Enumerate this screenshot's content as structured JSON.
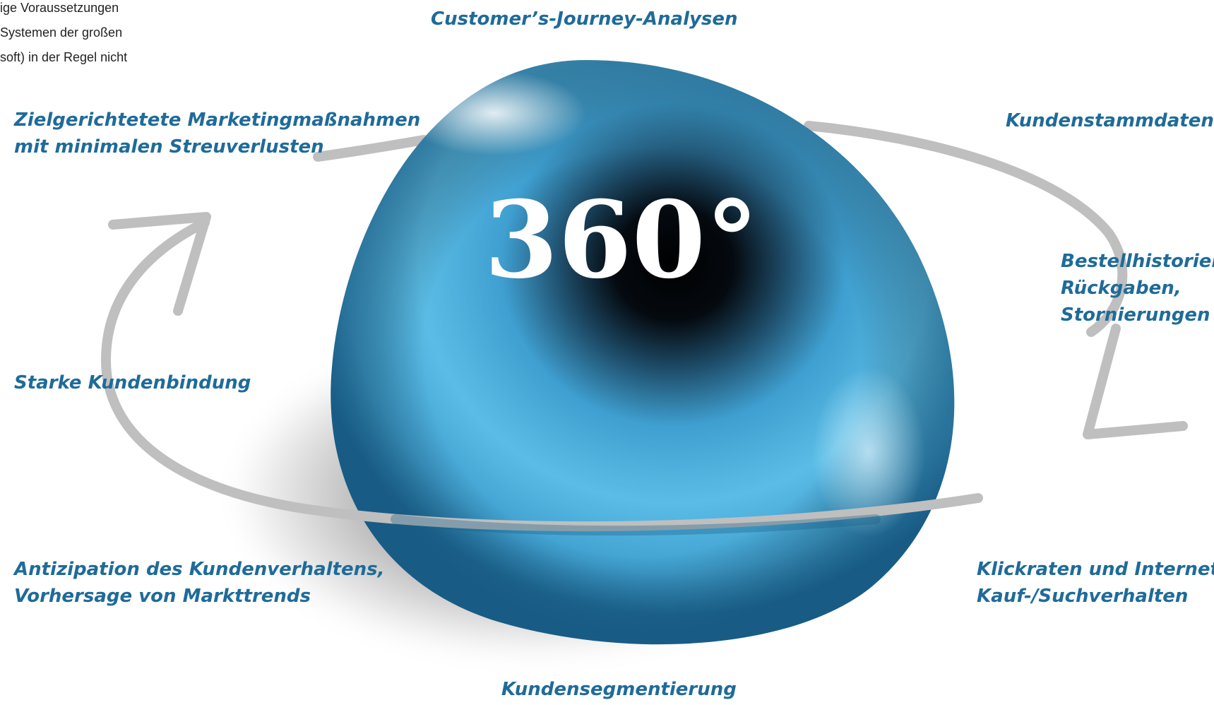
{
  "intro_text": {
    "lines": [
      "ige Voraussetzungen",
      "Systemen der großen",
      "soft) in der Regel nicht"
    ]
  },
  "center": {
    "label": "360°"
  },
  "labels": {
    "top": "Customer’s-Journey-Analysen",
    "top_left": [
      "Zielgerichtetete Marketingmaßnahmen",
      "mit minimalen Streuverlusten"
    ],
    "top_right": "Kundenstammdaten",
    "right": [
      "Bestellhistorien,",
      "Rückgaben,",
      "Stornierungen"
    ],
    "left": "Starke Kundenbindung",
    "bottom_left": [
      "Antizipation des Kundenverhaltens,",
      "Vorhersage von Markttrends"
    ],
    "bottom_right": [
      "Klickraten und Internet-",
      "Kauf-/Suchverhalten"
    ],
    "bottom": "Kundensegmentierung"
  },
  "colors": {
    "label_text": "#1f6b99",
    "orb_blue": "#5bbde6",
    "orb_core": "#000000",
    "arrow_gray": "#bfbfbf"
  }
}
